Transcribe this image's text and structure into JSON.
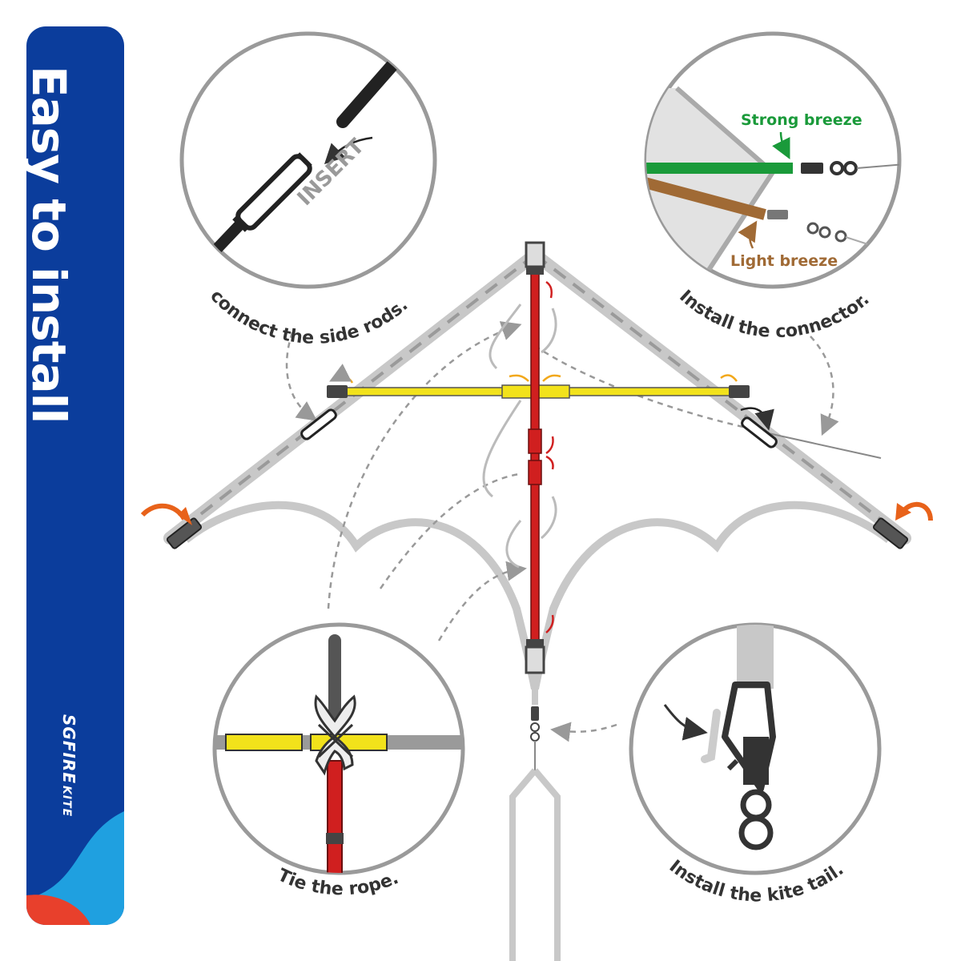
{
  "sidebar": {
    "title": "Easy to install",
    "brand_name": "SGFIRE",
    "brand_sub": "KITE",
    "colors": {
      "blue": "#0b3d9c",
      "light_blue": "#1fa0e0",
      "red": "#e8402c"
    }
  },
  "steps": {
    "side_rods": {
      "caption": "connect the side rods.",
      "insert_label": "INSERT"
    },
    "connector": {
      "caption": "Install the connector.",
      "strong_label": "Strong breeze",
      "light_label": "Light breeze"
    },
    "rope": {
      "caption": "Tie the rope."
    },
    "tail": {
      "caption": "Install the kite tail."
    }
  },
  "colors": {
    "frame_gray": "#c8c8c8",
    "spine_red": "#d01f1f",
    "spar_yellow": "#f2e21b",
    "strong_green": "#1a9a3a",
    "light_brown": "#a06a35",
    "arrow_orange": "#e8621a",
    "arrow_yellow": "#f2a81b"
  }
}
